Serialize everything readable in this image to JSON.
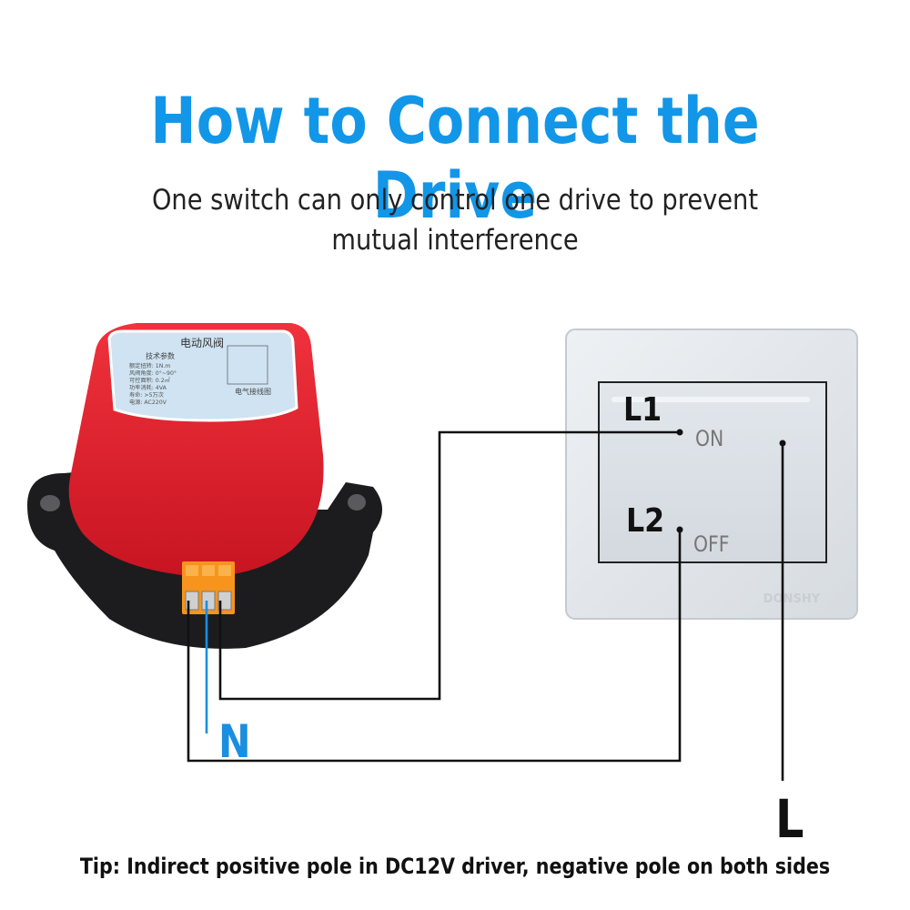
{
  "title": "How to Connect the Drive",
  "subtitle": {
    "line1": "One switch can only control one drive to prevent",
    "line2": "mutual interference"
  },
  "switch": {
    "terminal_l1": "L1",
    "terminal_l2": "L2",
    "label_on": "ON",
    "label_off": "OFF",
    "brand_mark": "DONSHY"
  },
  "drive": {
    "label_title": "电动风阀",
    "label_heading": "技术参数",
    "label_lines": [
      "额定扭转: 1N.m",
      "风阀角度: 0°~90°",
      "可控面积: 0.2㎡",
      "功率消耗: 4VA",
      "寿命: >5万次",
      "电源: AC220V"
    ],
    "wiring_caption": "电气接线图"
  },
  "wire_labels": {
    "neutral": "N",
    "live": "L"
  },
  "tip": "Tip: Indirect positive pole in DC12V driver, negative pole on both sides",
  "colors": {
    "title": "#1296e8",
    "neutral_wire": "#1a8ee0",
    "drive_body": "#e0202e",
    "terminal_block": "#f7941d"
  }
}
